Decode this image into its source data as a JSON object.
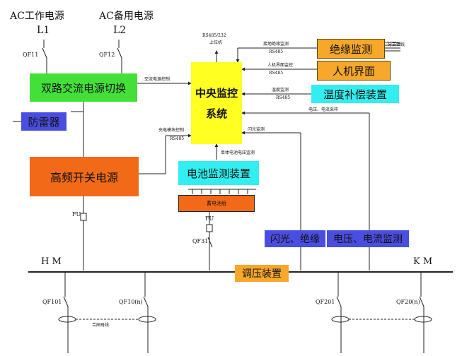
{
  "sources": {
    "ac_main": "AC工作电源",
    "ac_backup": "AC备用电源",
    "l1": "L1",
    "l2": "L2"
  },
  "breakers": {
    "qf11": "QF11",
    "qf12": "QF12",
    "qf31": "QF31",
    "qf101": "QF101",
    "qf10n": "QF10(n)",
    "qf201": "QF201",
    "qf20n": "QF20(n)"
  },
  "fuses": {
    "fu_left": "FU",
    "fu_battery": "FU"
  },
  "buses": {
    "hm": "H  M",
    "km": "K  M"
  },
  "blocks": {
    "dual_switch": "双路交流电源切换",
    "surge": "防雷器",
    "hf_power": "高频开关电源",
    "central_line1": "中央监控",
    "central_line2": "系统",
    "insulation": "绝缘监测",
    "hmi": "人机界面",
    "temp_comp": "温度补偿装置",
    "battery_monitor": "电池监测装置",
    "battery_pack": "蓄电池组",
    "flash_insulation": "闪光、绝缘",
    "vi_monitor": "电压、电流监测",
    "regulator": "调压装置"
  },
  "signals": {
    "rs485_232": "RS485/232",
    "upper_pc": "上位机",
    "insulation_signal": "接地绝缘监测",
    "rs485_a": "RS485",
    "hmi_signal": "人机界面监控",
    "rs485_b": "RS485",
    "temp_signal": "温度监测",
    "rs485_c": "RS485",
    "ac_control": "交流电源控制",
    "charger_control": "充电模块控制",
    "rs485_d": "RS485",
    "vi_sampling": "电压、电流采样",
    "flash_monitor": "闪光监测",
    "cell_voltage": "单体电池电压监测",
    "branch_lines": "分支馈线",
    "closing_bus": "合闸母线"
  },
  "colors": {
    "green": "#44e03a",
    "blue": "#4a4ee0",
    "orange": "#f26a17",
    "yellow": "#ffff22",
    "cyan": "#33eef0",
    "amber": "#f7a82b"
  }
}
